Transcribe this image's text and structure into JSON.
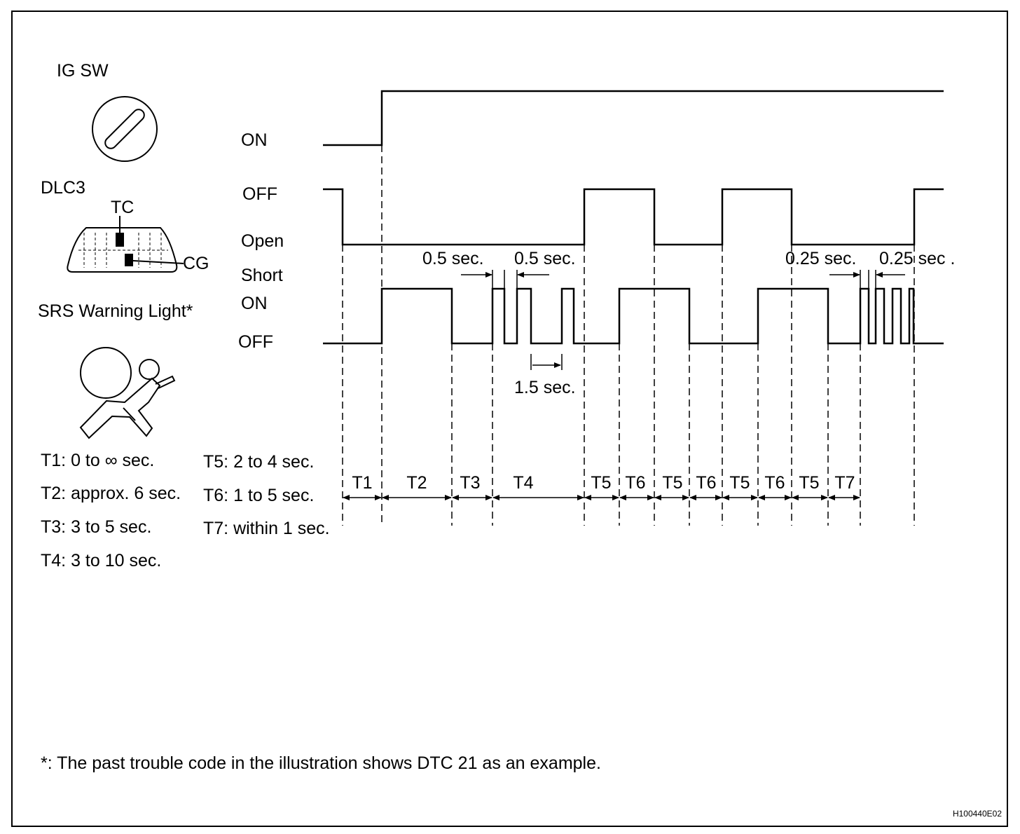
{
  "ig_sw": {
    "label": "IG SW"
  },
  "signal_labels": {
    "ig_on": "ON",
    "dlc_off": "OFF",
    "dlc_open": "Open",
    "dlc_short": "Short",
    "srs_on": "ON",
    "srs_off": "OFF"
  },
  "dlc3": {
    "label": "DLC3",
    "tc": "TC",
    "cg": "CG"
  },
  "srs": {
    "label": "SRS Warning Light*"
  },
  "legend": [
    "T1: 0 to ∞ sec.",
    "T2: approx. 6 sec.",
    "T3: 3 to 5 sec.",
    "T4: 3 to 10 sec.",
    "T5: 2 to 4 sec.",
    "T6: 1 to 5 sec.",
    "T7: within 1 sec."
  ],
  "annotations": {
    "a1": "0.5 sec.",
    "a2": "0.5 sec.",
    "a3": "1.5 sec.",
    "a4": "0.25 sec.",
    "a5": "0.25 sec ."
  },
  "periods": [
    "T1",
    "T2",
    "T3",
    "T4",
    "T5",
    "T6",
    "T5",
    "T6",
    "T5",
    "T6",
    "T5",
    "T7"
  ],
  "footnote": "*: The past trouble code in the illustration shows DTC 21 as an example.",
  "figure_id": "H100440E02"
}
